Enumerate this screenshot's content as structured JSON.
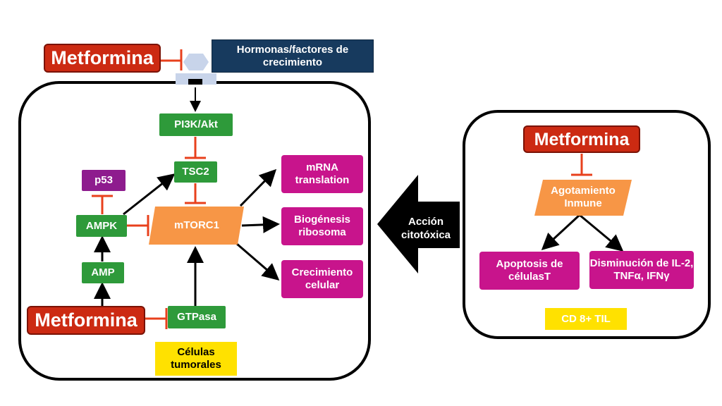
{
  "hormones_label": "Hormonas/factores de crecimiento",
  "metformina_top": "Metformina",
  "metformina_bottom": "Metformina",
  "metformina_right": "Metformina",
  "pi3k": "PI3K/Akt",
  "tsc2": "TSC2",
  "mtorc1": "mTORC1",
  "p53": "p53",
  "ampk": "AMPK",
  "amp": "AMP",
  "gtpasa": "GTPasa",
  "outputs": {
    "mrna": "mRNA translation",
    "biogenesis": "Biogénesis ribosoma",
    "growth": "Crecimiento celular"
  },
  "tumor_cells": "Células tumorales",
  "action": "Acción citotóxica",
  "immune": {
    "exhaustion": "Agotamiento Inmune",
    "apoptosis": "Apoptosis de célulasT",
    "decrease": "Disminución de IL-2, TNFα, IFNγ",
    "cd8": "CD 8+ TIL"
  },
  "colors": {
    "green": "#2e9a3a",
    "magenta": "#c8148c",
    "purple": "#8e1c8e",
    "red": "#cc2a12",
    "orange": "#f79646",
    "yellow": "#ffe100",
    "navy": "#173a5e",
    "inhibit": "#e8401c"
  }
}
